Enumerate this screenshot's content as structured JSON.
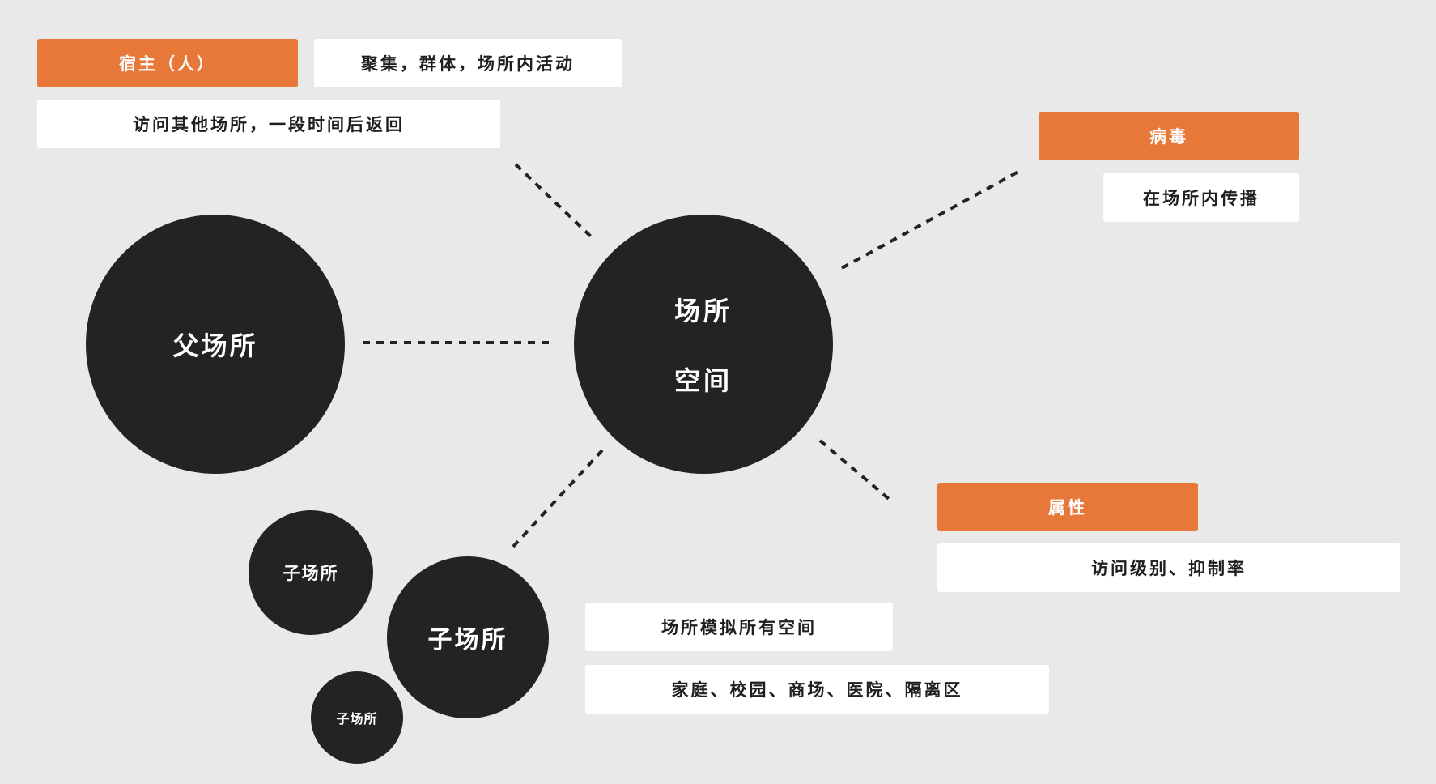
{
  "colors": {
    "background": "#e9e9e9",
    "accent": "#e8773a",
    "circle": "#232323",
    "label_box": "#ffffff"
  },
  "host": {
    "title": "宿主（人）",
    "desc1": "聚集，群体，场所内活动",
    "desc2": "访问其他场所，一段时间后返回"
  },
  "virus": {
    "title": "病毒",
    "desc": "在场所内传播"
  },
  "attribute": {
    "title": "属性",
    "desc": "访问级别、抑制率"
  },
  "space": {
    "desc1": "场所模拟所有空间",
    "desc2": "家庭、校园、商场、医院、隔离区"
  },
  "circles": {
    "parent": "父场所",
    "center_line1": "场所",
    "center_line2": "空间",
    "child_small": "子场所",
    "child_main": "子场所",
    "child_tiny": "子场所"
  }
}
